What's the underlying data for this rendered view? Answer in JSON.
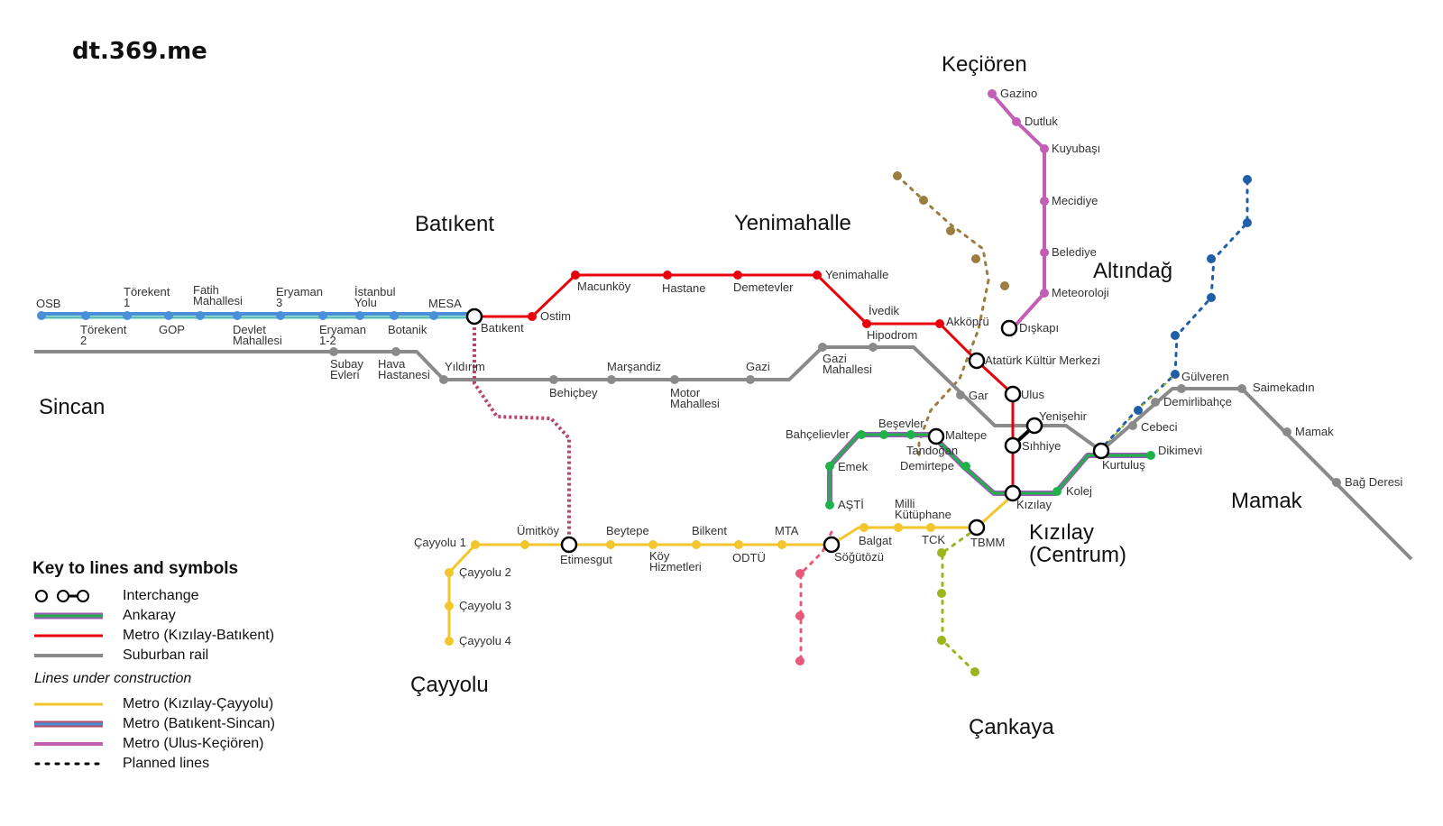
{
  "watermark": "dt.369.me",
  "districts": [
    "Keçiören",
    "Batıkent",
    "Yenimahalle",
    "Altındağ",
    "Sincan",
    "Mamak",
    "Kızılay",
    "(Centrum)",
    "Çayyolu",
    "Çankaya"
  ],
  "colors": {
    "metro_red": "#e8000b",
    "suburban_gray": "#8a8a8a",
    "ankaray_green": "#1fb24a",
    "ankaray_purple": "#9b59b6",
    "cayyolu_yellow": "#f2c62c",
    "sincan_blue": "#4a90d9",
    "sincan_teal": "#5bc0b5",
    "kecioren_pink": "#c25fb5",
    "planned_brown": "#9a7d3f",
    "planned_pink": "#e85a78",
    "planned_olive": "#9ab51e",
    "planned_navy": "#1f5fa8"
  },
  "stations": {
    "sincan_line": [
      "OSB",
      "Törekent",
      "2",
      "Törekent",
      "1",
      "GOP",
      "Fatih",
      "Mahallesi",
      "Devlet",
      "Mahallesi",
      "Eryaman",
      "3",
      "Eryaman",
      "1-2",
      "İstanbul",
      "Yolu",
      "Botanik",
      "MESA"
    ],
    "red_line": [
      "Batıkent",
      "Ostim",
      "Macunköy",
      "Hastane",
      "Demetevler",
      "Yenimahalle",
      "İvedik",
      "Akköprü",
      "Atatürk Kültür Merkezi",
      "Ulus",
      "Sıhhiye",
      "Kızılay"
    ],
    "suburban": [
      "Subay",
      "Evleri",
      "Hava",
      "Hastanesi",
      "Yıldırım",
      "Behiçbey",
      "Marşandiz",
      "Motor",
      "Mahallesi",
      "Gazi",
      "Gazi",
      "Mahallesi",
      "Hipodrom",
      "Gar",
      "Yenişehir",
      "Kurtuluş",
      "Cebeci",
      "Demirlibahçe",
      "Gülveren",
      "Saimekadın",
      "Mamak",
      "Bağ Deresi"
    ],
    "ankaray": [
      "Bahçelievler",
      "Beşevler",
      "Maltepe",
      "Tandoğan",
      "Demirtepe",
      "Emek",
      "AŞTİ",
      "Kolej",
      "Dikimevi"
    ],
    "kecioren": [
      "Gazino",
      "Dutluk",
      "Kuyubaşı",
      "Mecidiye",
      "Belediye",
      "Meteoroloji",
      "Dışkapı"
    ],
    "cayyolu": [
      "Çayyolu 1",
      "Çayyolu 2",
      "Çayyolu 3",
      "Çayyolu 4",
      "Ümitköy",
      "Etimesgut",
      "Beytepe",
      "Köy",
      "Hizmetleri",
      "Bilkent",
      "ODTÜ",
      "MTA",
      "Söğütözü",
      "Balgat",
      "Milli",
      "Kütüphane",
      "TCK",
      "TBMM"
    ]
  },
  "legend": {
    "title": "Key to lines and symbols",
    "items": [
      "Interchange",
      "Ankaray",
      "Metro (Kızılay-Batıkent)",
      "Suburban rail"
    ],
    "subtitle": "Lines under construction",
    "construction": [
      "Metro (Kızılay-Çayyolu)",
      "Metro (Batıkent-Sincan)",
      "Metro (Ulus-Keçiören)",
      "Planned lines"
    ]
  }
}
